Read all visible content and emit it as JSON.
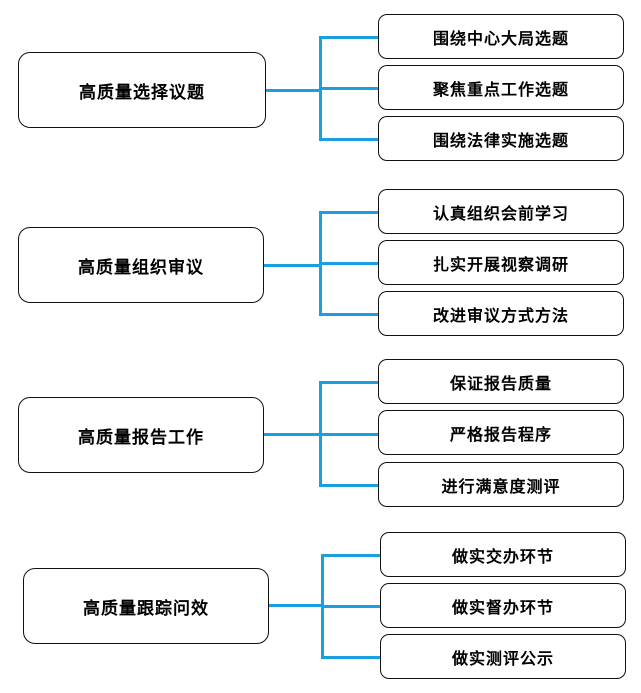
{
  "groups": [
    {
      "title": "高质量选择议题",
      "items": [
        "围绕中心大局选题",
        "聚焦重点工作选题",
        "围绕法律实施选题"
      ]
    },
    {
      "title": "高质量组织审议",
      "items": [
        "认真组织会前学习",
        "扎实开展视察调研",
        "改进审议方式方法"
      ]
    },
    {
      "title": "高质量报告工作",
      "items": [
        "保证报告质量",
        "严格报告程序",
        "进行满意度测评"
      ]
    },
    {
      "title": "高质量跟踪问效",
      "items": [
        "做实交办环节",
        "做实督办环节",
        "做实测评公示"
      ]
    }
  ],
  "colors": {
    "connector": "#1aa0e0",
    "border": "#111111"
  }
}
